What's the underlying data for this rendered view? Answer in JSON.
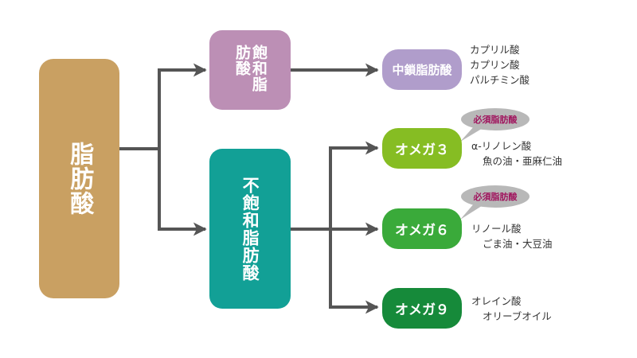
{
  "diagram": {
    "root": {
      "label": "脂肪酸",
      "color": "#c9a062"
    },
    "saturated": {
      "label": "飽和脂肪酸",
      "color": "#bc8fb5"
    },
    "unsaturated": {
      "label": "不飽和脂肪酸",
      "color": "#12a096"
    },
    "connector_color": "#555555",
    "children": {
      "mct": {
        "label": "中鎖脂肪酸",
        "color": "#b09dcb",
        "examples": [
          "カプリル酸",
          "カプリン酸",
          "パルチミン酸"
        ]
      },
      "omega3": {
        "label": "オメガ３",
        "color": "#86bd23",
        "badge": "必須脂肪酸",
        "examples": [
          "α-リノレン酸",
          "魚の油・亜麻仁油"
        ]
      },
      "omega6": {
        "label": "オメガ６",
        "color": "#3aaa3a",
        "badge": "必須脂肪酸",
        "examples": [
          "リノール酸",
          "ごま油・大豆油"
        ]
      },
      "omega9": {
        "label": "オメガ９",
        "color": "#168a3a",
        "examples": [
          "オレイン酸",
          "オリーブオイル"
        ]
      }
    },
    "badge_color": "#a0135d",
    "badge_bg": "#b8b8b8"
  }
}
